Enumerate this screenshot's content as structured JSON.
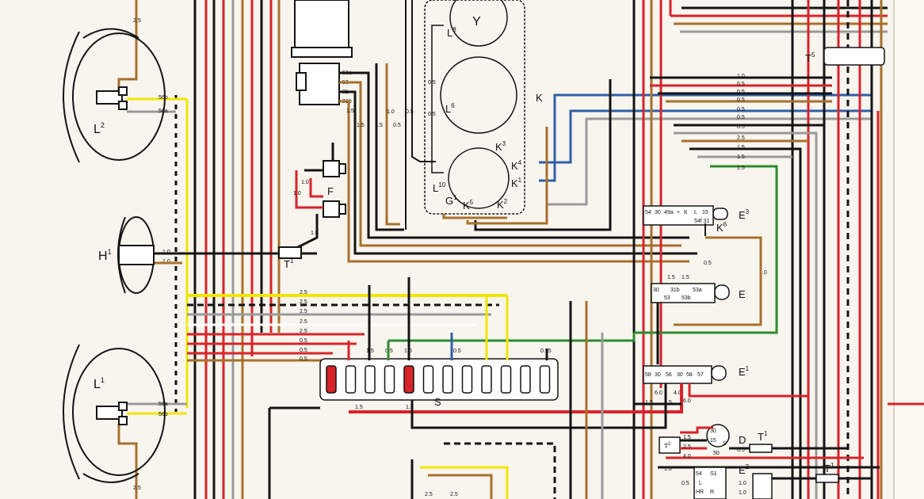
{
  "diagram": {
    "components": [
      {
        "id": "L2",
        "label": "L",
        "sup": "2"
      },
      {
        "id": "L1",
        "label": "L",
        "sup": "1"
      },
      {
        "id": "H1",
        "label": "H",
        "sup": "1"
      },
      {
        "id": "T1a",
        "label": "T",
        "sup": "1"
      },
      {
        "id": "T1b",
        "label": "T",
        "sup": "1"
      },
      {
        "id": "T1c",
        "label": "T",
        "sup": "1"
      },
      {
        "id": "T2",
        "label": "T",
        "sup": "2"
      },
      {
        "id": "T5",
        "label": "T",
        "sup": "5"
      },
      {
        "id": "F",
        "label": "F",
        "sup": ""
      },
      {
        "id": "Y",
        "label": "Y",
        "sup": ""
      },
      {
        "id": "L8",
        "label": "L",
        "sup": "8"
      },
      {
        "id": "L6",
        "label": "L",
        "sup": "6"
      },
      {
        "id": "L10",
        "label": "L",
        "sup": "10"
      },
      {
        "id": "K",
        "label": "K",
        "sup": ""
      },
      {
        "id": "K3",
        "label": "K",
        "sup": "3"
      },
      {
        "id": "K4",
        "label": "K",
        "sup": "4"
      },
      {
        "id": "K1",
        "label": "K",
        "sup": "1"
      },
      {
        "id": "K2",
        "label": "K",
        "sup": "2"
      },
      {
        "id": "K5",
        "label": "K",
        "sup": "5"
      },
      {
        "id": "K6",
        "label": "K",
        "sup": "6"
      },
      {
        "id": "G1",
        "label": "G",
        "sup": "1"
      },
      {
        "id": "S",
        "label": "S",
        "sup": ""
      },
      {
        "id": "E",
        "label": "E",
        "sup": ""
      },
      {
        "id": "E1",
        "label": "E",
        "sup": "1"
      },
      {
        "id": "E2",
        "label": "E",
        "sup": "2"
      },
      {
        "id": "E3",
        "label": "E",
        "sup": "3"
      },
      {
        "id": "D",
        "label": "D",
        "sup": ""
      }
    ],
    "terminals": {
      "e3": [
        "54",
        "30",
        "49a",
        "+",
        "K",
        "L",
        "15"
      ],
      "e3_right": "54f 31",
      "e": [
        "30",
        "31b",
        "53",
        "53b",
        "53a"
      ],
      "e1": [
        "58",
        "30",
        "56",
        "30",
        "58",
        "57"
      ],
      "wiper": [
        "53a",
        "53",
        "31",
        "31b"
      ],
      "headlamp_top": [
        "56b",
        "56a"
      ],
      "headlamp_bottom": [
        "56a",
        "56b"
      ],
      "d": [
        "30",
        "15",
        "S",
        "50"
      ],
      "e2": [
        "54",
        "S1",
        "L",
        "HR",
        "R"
      ]
    },
    "wire_sizes": {
      "w25": "2.5",
      "w15": "1.5",
      "w10": "1.0",
      "w05": "0.5",
      "w075": "0.75",
      "w60": "6.0",
      "w40": "4.0",
      "w4": "4.0",
      "w6": "6.0"
    },
    "colors": {
      "red": "#d8232a",
      "black": "#141414",
      "brown": "#a8702c",
      "yellow": "#f2e600",
      "green": "#2e8a2e",
      "blue": "#2f5fa8",
      "white": "#ffffff",
      "grey": "#9a9a9a",
      "violet": "#a24aa8",
      "paper": "#f7f5ee"
    }
  }
}
